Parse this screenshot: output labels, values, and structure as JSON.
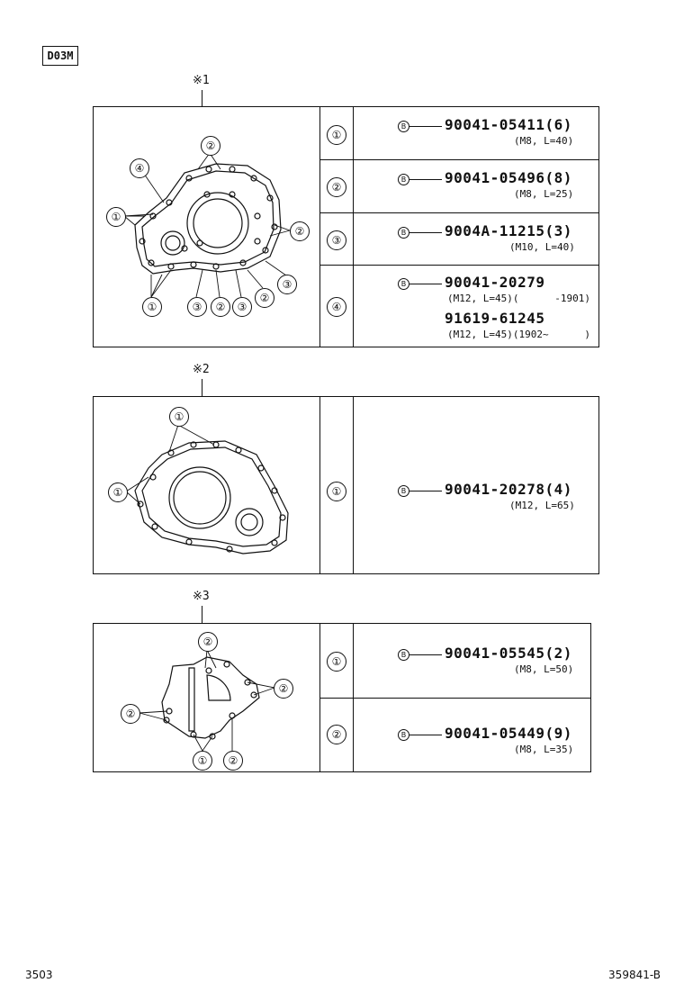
{
  "code": "D03M",
  "sections": [
    {
      "label": "※1",
      "rows": [
        {
          "index": "①",
          "mark": "B",
          "lines": [
            {
              "pn": "90041-05411(6)",
              "spec": "(M8, L=40)"
            }
          ]
        },
        {
          "index": "②",
          "mark": "B",
          "lines": [
            {
              "pn": "90041-05496(8)",
              "spec": "(M8, L=25)"
            }
          ]
        },
        {
          "index": "③",
          "mark": "B",
          "lines": [
            {
              "pn": "9004A-11215(3)",
              "spec": "(M10, L=40)"
            }
          ]
        },
        {
          "index": "④",
          "mark": "B",
          "lines": [
            {
              "pn": "90041-20279",
              "spec": "(M12, L=45)(      -1901)"
            },
            {
              "pn": "91619-61245",
              "spec": "(M12, L=45)(1902~      )"
            }
          ]
        }
      ]
    },
    {
      "label": "※2",
      "rows": [
        {
          "index": "①",
          "mark": "B",
          "lines": [
            {
              "pn": "90041-20278(4)",
              "spec": "(M12, L=65)"
            }
          ]
        }
      ]
    },
    {
      "label": "※3",
      "rows": [
        {
          "index": "①",
          "mark": "B",
          "lines": [
            {
              "pn": "90041-05545(2)",
              "spec": "(M8, L=50)"
            }
          ]
        },
        {
          "index": "②",
          "mark": "B",
          "lines": [
            {
              "pn": "90041-05449(9)",
              "spec": "(M8, L=35)"
            }
          ]
        }
      ]
    }
  ],
  "diagram1_callouts": [
    "①",
    "②",
    "③",
    "④"
  ],
  "diagram2_callouts": [
    "①"
  ],
  "diagram3_callouts": [
    "①",
    "②"
  ],
  "footer": {
    "left": "3503",
    "right": "359841-B"
  }
}
